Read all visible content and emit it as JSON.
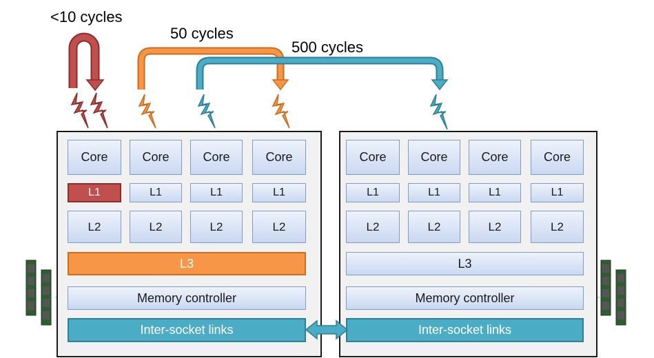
{
  "latency_labels": {
    "l1": "<10 cycles",
    "l3": "50 cycles",
    "remote": "500 cycles"
  },
  "socket_left": {
    "cores": [
      "Core",
      "Core",
      "Core",
      "Core"
    ],
    "l1": [
      "L1",
      "L1",
      "L1",
      "L1"
    ],
    "l2": [
      "L2",
      "L2",
      "L2",
      "L2"
    ],
    "l3": "L3",
    "memory_controller": "Memory controller",
    "links": "Inter-socket links"
  },
  "socket_right": {
    "cores": [
      "Core",
      "Core",
      "Core",
      "Core"
    ],
    "l1": [
      "L1",
      "L1",
      "L1",
      "L1"
    ],
    "l2": [
      "L2",
      "L2",
      "L2",
      "L2"
    ],
    "l3": "L3",
    "memory_controller": "Memory controller",
    "links": "Inter-socket links"
  },
  "colors": {
    "l1_access": "#c0504d",
    "l3_access": "#f79646",
    "remote_access": "#4bacc6",
    "block_fill": "#c9d8f1"
  }
}
